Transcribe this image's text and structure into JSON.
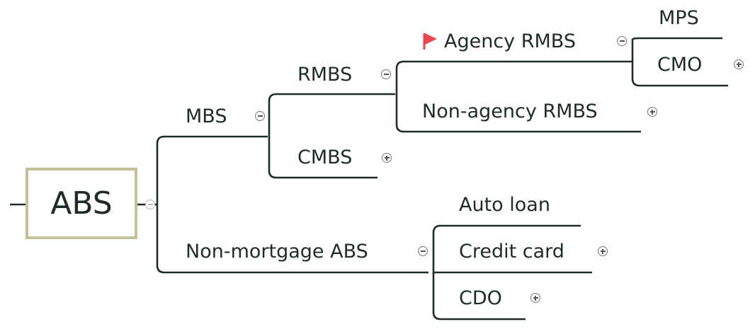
{
  "root": {
    "label": "ABS"
  },
  "nodes": {
    "mbs": "MBS",
    "rmbs": "RMBS",
    "agency_rmbs": "Agency RMBS",
    "mps": "MPS",
    "cmo": "CMO",
    "non_agency_rmbs": "Non-agency RMBS",
    "cmbs": "CMBS",
    "non_mortgage_abs": "Non-mortgage ABS",
    "auto_loan": "Auto loan",
    "credit_card": "Credit card",
    "cdo": "CDO"
  },
  "colors": {
    "line": "#1f2a2a",
    "root_border": "#c2bf9a",
    "flag": "#e8474c"
  },
  "icons": {
    "flag": "red-flag-icon",
    "collapse": "collapse-minus-icon",
    "expand": "expand-plus-icon"
  }
}
